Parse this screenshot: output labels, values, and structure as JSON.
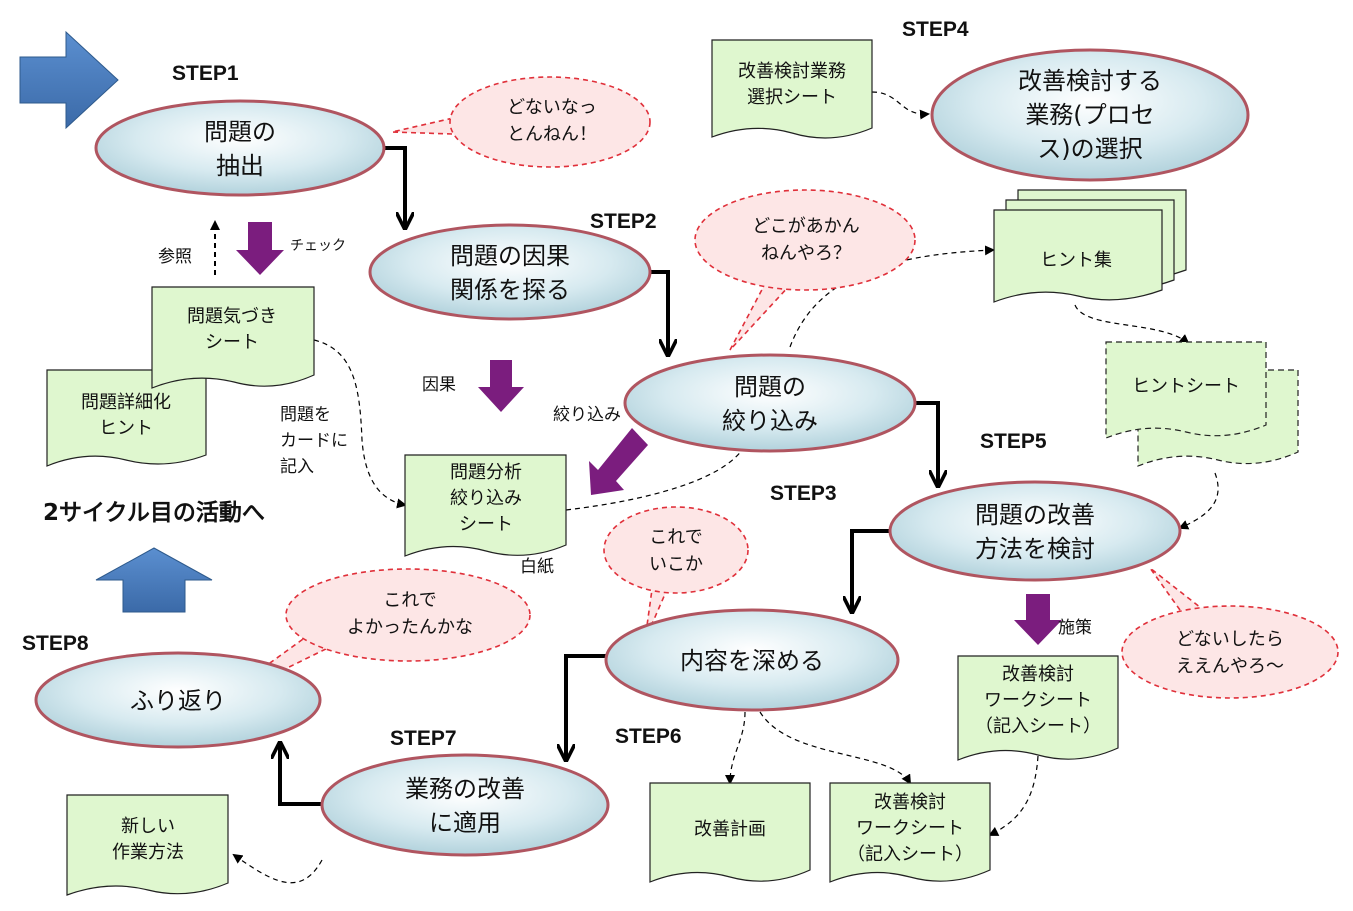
{
  "steps": {
    "s1": "STEP1",
    "s2": "STEP2",
    "s3": "STEP3",
    "s4": "STEP4",
    "s5": "STEP5",
    "s6": "STEP6",
    "s7": "STEP7",
    "s8": "STEP8"
  },
  "processes": {
    "extract": [
      "問題の",
      "抽出"
    ],
    "cause": [
      "問題の因果",
      "関係を探る"
    ],
    "narrow": [
      "問題の",
      "絞り込み"
    ],
    "select": [
      "改善検討する",
      "業務(プロセ",
      "ス)の選択"
    ],
    "improve": [
      "問題の改善",
      "方法を検討"
    ],
    "deepen": [
      "内容を深める"
    ],
    "apply": [
      "業務の改善",
      "に適用"
    ],
    "review": [
      "ふり返り"
    ]
  },
  "bubbles": {
    "b1": [
      "どないなっ",
      "とんねん！"
    ],
    "b2": [
      "どこがあかん",
      "ねんやろ？"
    ],
    "b3": [
      "これで",
      "いこか"
    ],
    "b4": [
      "これで",
      "よかったんかな"
    ],
    "b5": [
      "どないしたら",
      "ええんやろ～"
    ]
  },
  "documents": {
    "select_sheet": [
      "改善検討業務",
      "選択シート"
    ],
    "hint_collection": [
      "ヒント集"
    ],
    "hint_sheet": [
      "ヒントシート"
    ],
    "awareness_sheet": [
      "問題気づき",
      "シート"
    ],
    "detail_hint": [
      "問題詳細化",
      "ヒント"
    ],
    "analysis_sheet": [
      "問題分析",
      "絞り込み",
      "シート"
    ],
    "worksheet_a": [
      "改善検討",
      "ワークシート",
      "（記入シート）"
    ],
    "worksheet_b": [
      "改善検討",
      "ワークシート",
      "（記入シート）"
    ],
    "plan": [
      "改善計画"
    ],
    "new_method": [
      "新しい",
      "作業方法"
    ]
  },
  "labels": {
    "reference": "参照",
    "check": "チェック",
    "causal": "因果",
    "narrowing": "絞り込み",
    "write_card": [
      "問題を",
      "カードに",
      "記入"
    ],
    "blank": "白紙",
    "measures": "施策",
    "next_cycle": "2サイクル目の活動へ"
  },
  "colors": {
    "ellipse_fill": "#d7eaf0",
    "ellipse_stroke": "#b05560",
    "bubble_fill": "#fde6e6",
    "bubble_stroke": "#e0303a",
    "doc_fill": "#dff7cf",
    "purple_arrow": "#7b1d7e",
    "blue_arrow": "#4a7ebb"
  }
}
